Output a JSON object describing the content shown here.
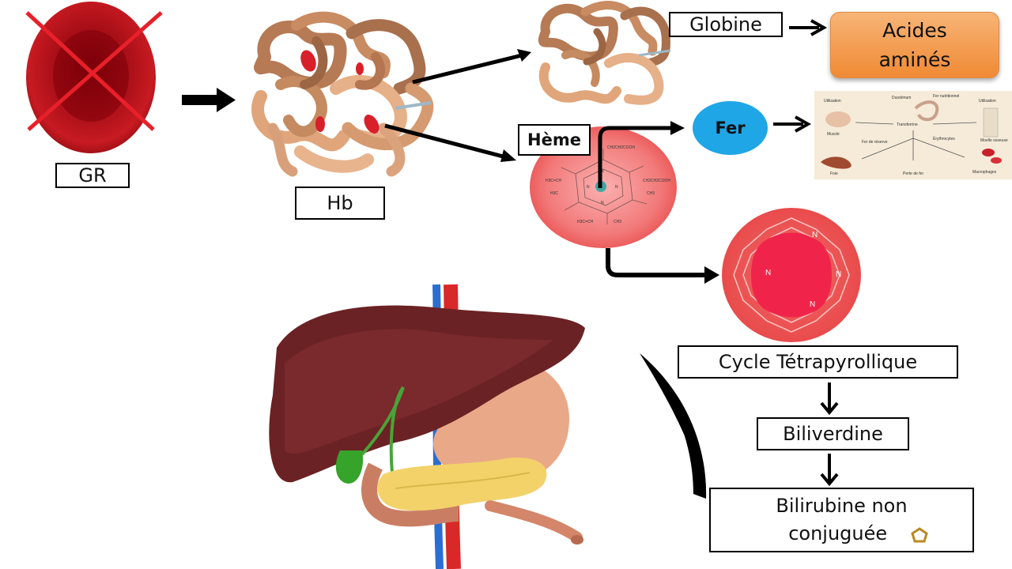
{
  "labels": {
    "gr": "GR",
    "hb": "Hb",
    "globine": "Globine",
    "acides_amines_line1": "Acides",
    "acides_amines_line2": "aminés",
    "heme": "Hème",
    "fer": "Fer",
    "cycle": "Cycle Tétrapyrollique",
    "biliverdine": "Biliverdine",
    "bilirubine_line1": "Bilirubine non",
    "bilirubine_line2": "conjuguée"
  },
  "iron_cycle_image": {
    "utilisation_left": "Utilisation",
    "utilisation_right": "Utilisation",
    "fer_nutritionnel": "Fer nutritionnel",
    "duodenum": "Duodénum",
    "muscle": "Muscle",
    "transferrine": "Transferrine",
    "moelle": "Moelle osseuse",
    "fer_reserve": "Fer de réserve",
    "erythrocytes": "Érythrocytes",
    "foie": "Foie",
    "macrophages": "Macrophages",
    "perte": "Perte de fer"
  },
  "heme_structure": {
    "fe": "Fe",
    "n": "N"
  },
  "colors": {
    "accent_orange": "#f39a4a",
    "fer_blue": "#1ea6e6",
    "rbc_red": "#b0101a",
    "cross_red": "#e8202a",
    "heme_red": "#f26a6a",
    "cycle_pink": "#f0244a"
  }
}
